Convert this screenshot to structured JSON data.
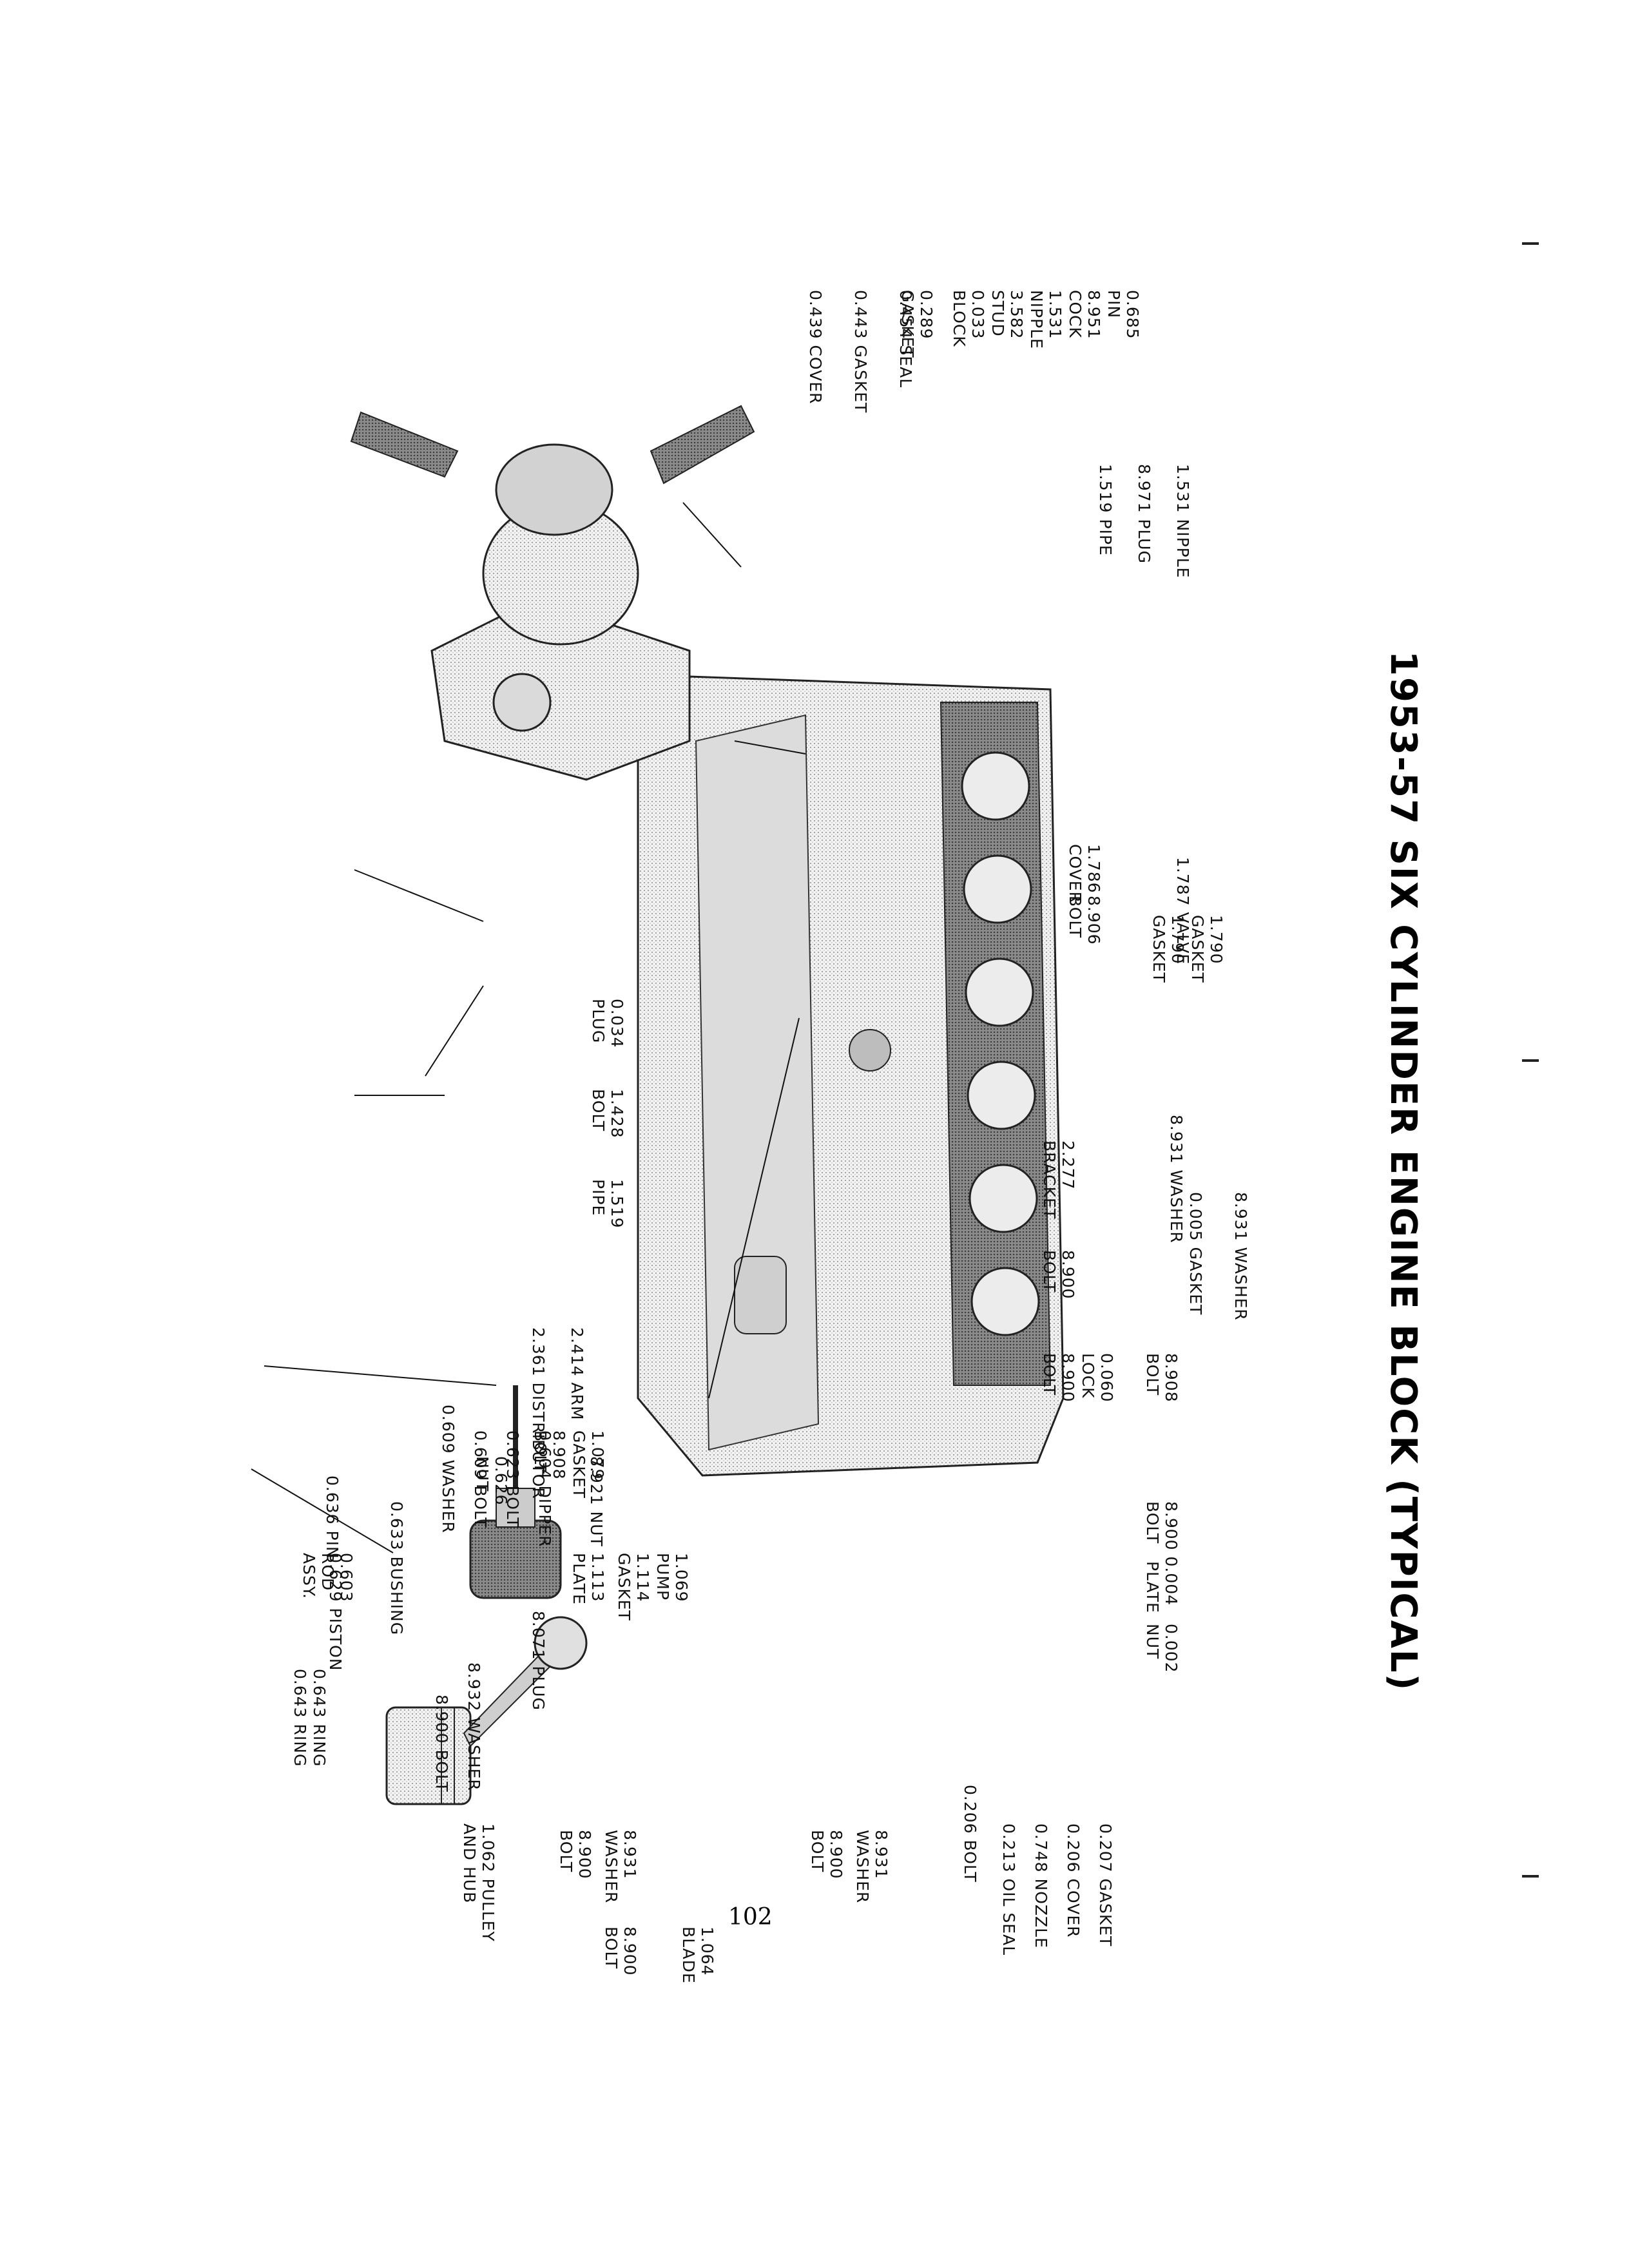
{
  "title": "1953-57 SIX CYLINDER ENGINE BLOCK (TYPICAL)",
  "page_number": "102",
  "labels": {
    "ring1": "0.643 RING",
    "ring2": "0.643 RING",
    "piston": "0.629 PISTON",
    "rod": [
      "0.603",
      "ROD",
      "ASSY."
    ],
    "distributor": "2.361 DISTRIBUTOR",
    "arm": "2.414 ARM",
    "nut626": [
      "0.626",
      "NUT"
    ],
    "nut8921": "8.921 NUT",
    "pipe1519a": [
      "1.519",
      "PIPE"
    ],
    "bolt1428": [
      "1.428",
      "BOLT"
    ],
    "plug034": [
      "0.034",
      "PLUG"
    ],
    "cover439": "0.439 COVER",
    "gasket443": "0.443 GASKET",
    "seal454": "0.454 SEAL",
    "gasket289": [
      "0.289",
      "GASKET"
    ],
    "block033": [
      "0.033",
      "BLOCK"
    ],
    "stud": [
      "3.582",
      "STUD"
    ],
    "nipple1531a": [
      "1.531",
      "NIPPLE"
    ],
    "cock": [
      "8.951",
      "COCK"
    ],
    "pin685": [
      "0.685",
      "PIN"
    ],
    "pipe1519b": "1.519 PIPE",
    "plug8971": "8.971 PLUG",
    "nipple1531b": "1.531 NIPPLE",
    "cover1786": [
      "1.786",
      "COVER"
    ],
    "bolt8906": [
      "8.906",
      "BOLT"
    ],
    "valve": "1.787 VALVE",
    "gasket1790a": [
      "1.790",
      "GASKET"
    ],
    "gasket1790b": [
      "1.790",
      "GASKET"
    ],
    "bracket": [
      "2.277",
      "BRACKET"
    ],
    "bolt8900a": [
      "8.900",
      "BOLT"
    ],
    "washer8931a": "8.931 WASHER",
    "bolt8900b": [
      "8.900",
      "BOLT"
    ],
    "lock": [
      "0.060",
      "LOCK"
    ],
    "gasket005": "0.005 GASKET",
    "bolt8908a": [
      "8.908",
      "BOLT"
    ],
    "washer8931b": "8.931 WASHER",
    "plate004": [
      "8.900 0.004",
      "BOLT   PLATE"
    ],
    "nut002": [
      "0.002",
      "NUT"
    ],
    "pin636": "0.636 PIN",
    "bushing": "0.633 BUSHING",
    "washer609": "0.609 WASHER",
    "bolt609": "0.609 BOLT",
    "bolt623": "0.623 BOLT",
    "dipper": "0.604 DIPPER",
    "bolt8908b": [
      "8.908",
      "BOLT"
    ],
    "gasket1079": [
      "1.079",
      "GASKET"
    ],
    "plate1113": [
      "1.113",
      "PLATE"
    ],
    "gasket1114": [
      "1.114",
      "GASKET"
    ],
    "pump": [
      "1.069",
      "PUMP"
    ],
    "plug8071": "8.071 PLUG",
    "washer8932": "8.932 WASHER",
    "bolt8900c": "8.900 BOLT",
    "pulley": [
      "1.062 PULLEY",
      "AND HUB"
    ],
    "bolt8900d": [
      "8.900",
      "BOLT"
    ],
    "washer8931c": [
      "8.931",
      "WASHER"
    ],
    "bolt8900e": [
      "8.900",
      "BOLT"
    ],
    "blade": [
      "1.064",
      "BLADE"
    ],
    "bolt8900f": [
      "8.900",
      "BOLT"
    ],
    "washer8931d": [
      "8.931",
      "WASHER"
    ],
    "bolt206": "0.206 BOLT",
    "oilseal": "0.213 OIL SEAL",
    "nozzle": "0.748 NOZZLE",
    "cover206": "0.206 COVER",
    "gasket207": "0.207 GASKET"
  }
}
